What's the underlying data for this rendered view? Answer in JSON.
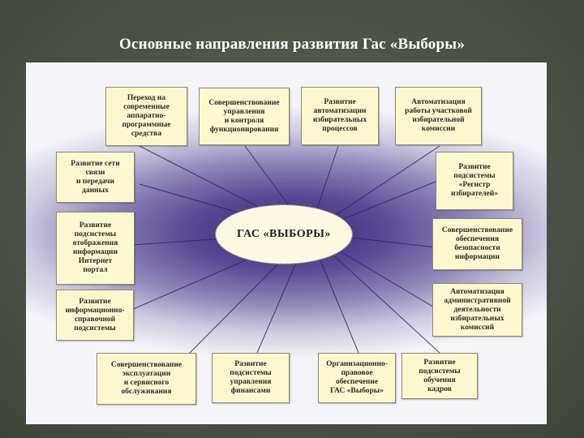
{
  "title": "Основные направления развития Гас «Выборы»",
  "center": "ГАС «ВЫБОРЫ»",
  "boxes": [
    "Переход на\nсовременные\nаппаратно-\nпрограммные\nсредства",
    "Совершенствование\nуправления\nи контроля\nфункционирования",
    "Развитие\nавтоматизации\nизбирательных\nпроцессов",
    "Автоматизация\nработы участковой\nизбирательной\nкомиссии",
    "Развитие сети\nсвязи\nи передачи\nданных",
    "Развитие\nподсистемы\n«Регистр\nизбирателей»",
    "Развитие\nподсистемы\nотображения\nинформации\nИнтернет\nпортал",
    "Совершенствование\nобеспечения\nбезопасности\nинформации",
    "Развитие\nинформационно-\nсправочной\nподсистемы",
    "Автоматизация\nадминистративной\nдеятельности\nизбирательных\nкомиссий",
    "Совершенствование\nэксплуатации\nи сервисного\nобслуживания",
    "Развитие\nподсистемы\nуправления\nфинансами",
    "Организационно-\nправовое\nобеспечение\nГАС «Выборы»",
    "Развитие\nподсистемы\nобучения\nкадров"
  ]
}
